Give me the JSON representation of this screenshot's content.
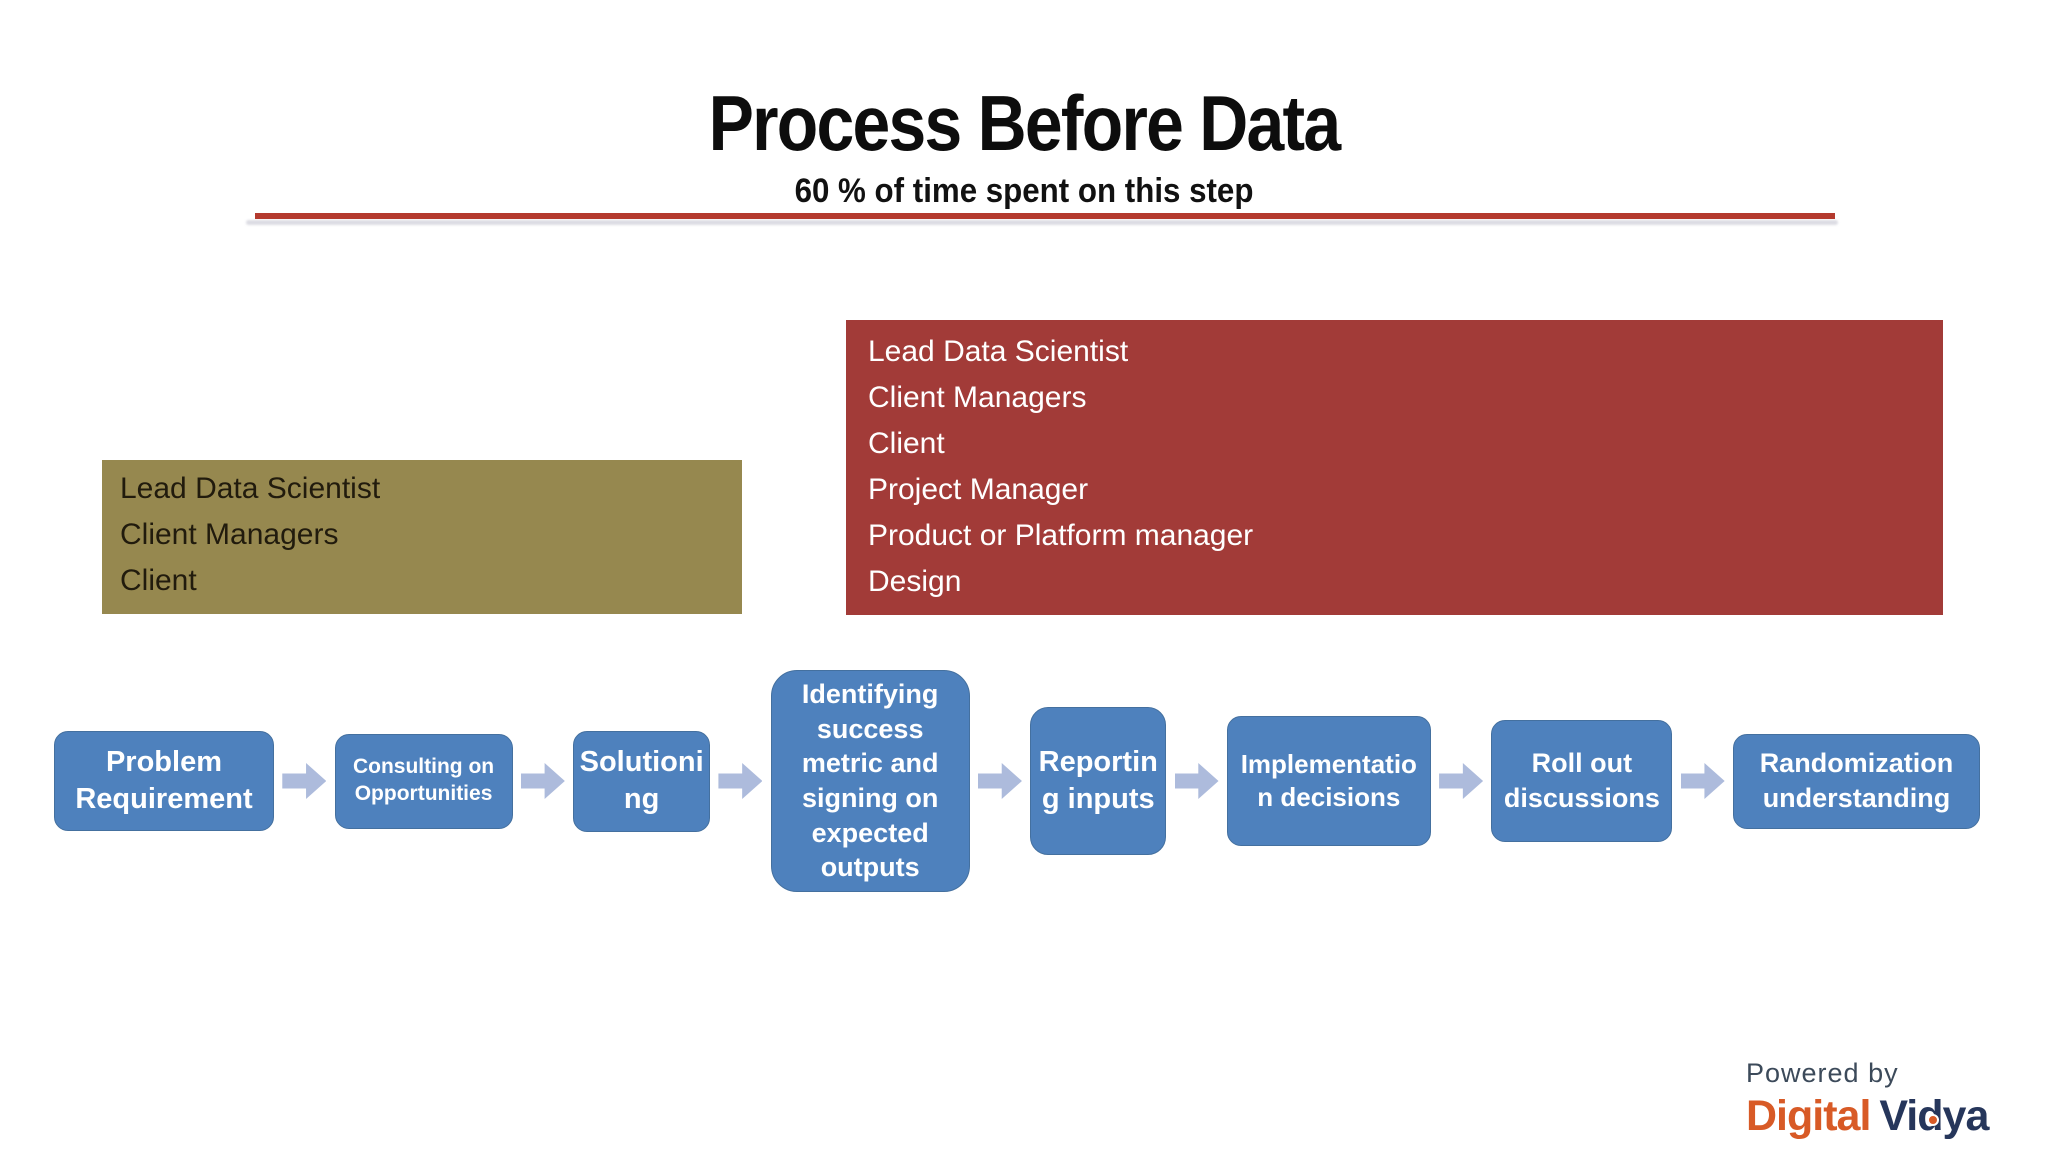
{
  "slide": {
    "title": "Process Before Data",
    "subtitle": "60 % of time spent on this step",
    "accent_line_color": "#B43A2E",
    "background_color": "#FFFFFF"
  },
  "stakeholders_early": {
    "bg_color": "#96884F",
    "text_color": "#211B0D",
    "items": [
      "Lead Data Scientist",
      "Client Managers",
      "Client"
    ]
  },
  "stakeholders_full": {
    "bg_color": "#A23B38",
    "text_color": "#FFFFFF",
    "items": [
      "Lead Data Scientist",
      "Client Managers",
      "Client",
      "Project Manager",
      "Product or Platform manager",
      "Design"
    ]
  },
  "flow": {
    "box_color": "#4E81BD",
    "text_color": "#FFFFFF",
    "arrow_color": "#ADBBDC",
    "steps": [
      {
        "label": "Problem\nRequirement"
      },
      {
        "label": "Consulting on\nOpportunities"
      },
      {
        "label": "Solutioni\nng"
      },
      {
        "label": "Identifying\nsuccess\nmetric and\nsigning on\nexpected\noutputs"
      },
      {
        "label": "Reportin\ng inputs"
      },
      {
        "label": "Implementatio\nn decisions"
      },
      {
        "label": "Roll out\ndiscussions"
      },
      {
        "label": "Randomization\nunderstanding"
      }
    ]
  },
  "logo": {
    "powered_by": "Powered by",
    "brand_first": "Digital",
    "brand_second": "Vidya",
    "powered_by_color": "#3C4A5A",
    "brand_first_color": "#D85A26",
    "brand_second_color": "#26365B"
  }
}
